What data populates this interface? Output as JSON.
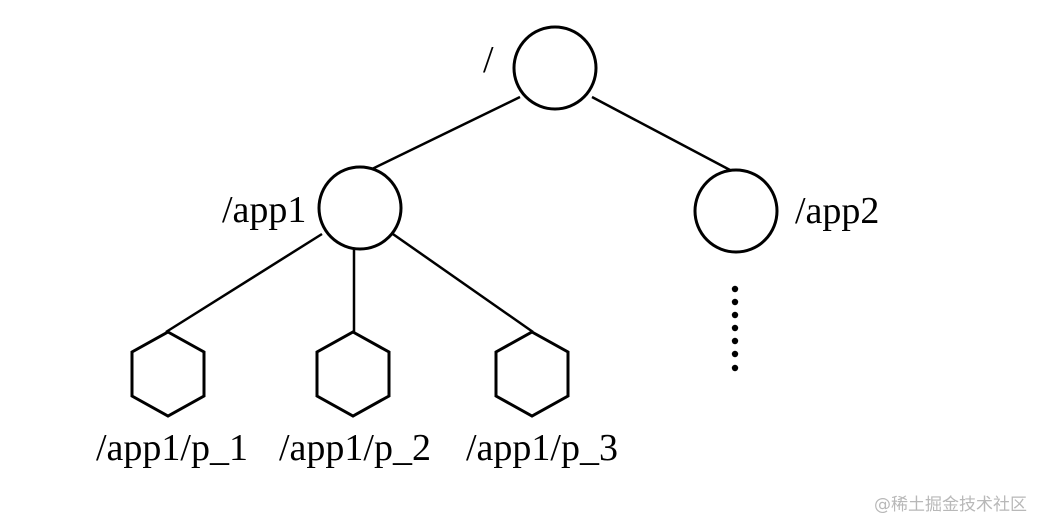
{
  "diagram": {
    "nodes": {
      "root": {
        "label": "/"
      },
      "app1": {
        "label": "/app1"
      },
      "app2": {
        "label": "/app2"
      },
      "p1": {
        "label": "/app1/p_1"
      },
      "p2": {
        "label": "/app1/p_2"
      },
      "p3": {
        "label": "/app1/p_3"
      }
    }
  },
  "watermark": "@稀土掘金技术社区"
}
